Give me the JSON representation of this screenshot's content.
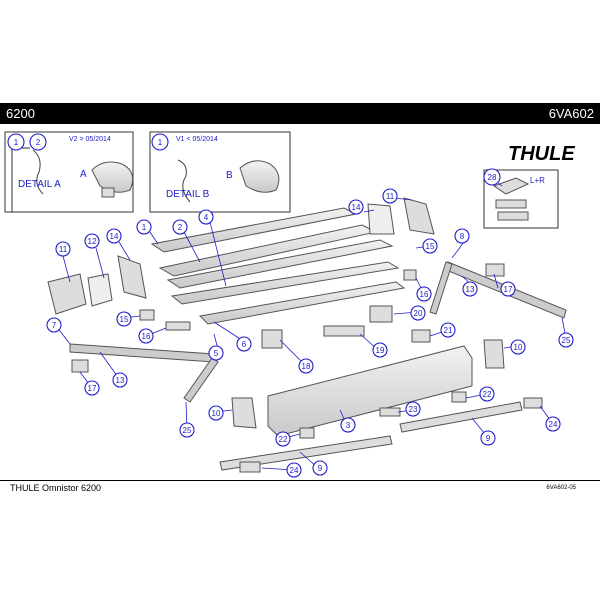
{
  "header": {
    "left": "6200",
    "right": "6VA602"
  },
  "brand": {
    "logo": "THULE"
  },
  "details": {
    "box_a": {
      "num1": "1",
      "num2": "2",
      "version": "V2 > 05/2014",
      "label": "DETAIL A",
      "letter": "A"
    },
    "box_b": {
      "num1": "1",
      "version": "V1 < 05/2014",
      "label": "DETAIL B",
      "letter": "B"
    },
    "box_28": {
      "num": "28",
      "label": "L+R"
    }
  },
  "callouts": [
    "1",
    "2",
    "3",
    "4",
    "5",
    "6",
    "7",
    "8",
    "9",
    "10",
    "11",
    "12",
    "13",
    "14",
    "15",
    "16",
    "17",
    "18",
    "19",
    "20",
    "21",
    "22",
    "23",
    "24",
    "25"
  ],
  "footer": {
    "title": "THULE Omnistor 6200",
    "code": "6VA602-05"
  },
  "colors": {
    "callout": "#1d1dc8",
    "bar": "#000000",
    "part_fill": "#e6e6e6",
    "part_stroke": "#555555"
  }
}
